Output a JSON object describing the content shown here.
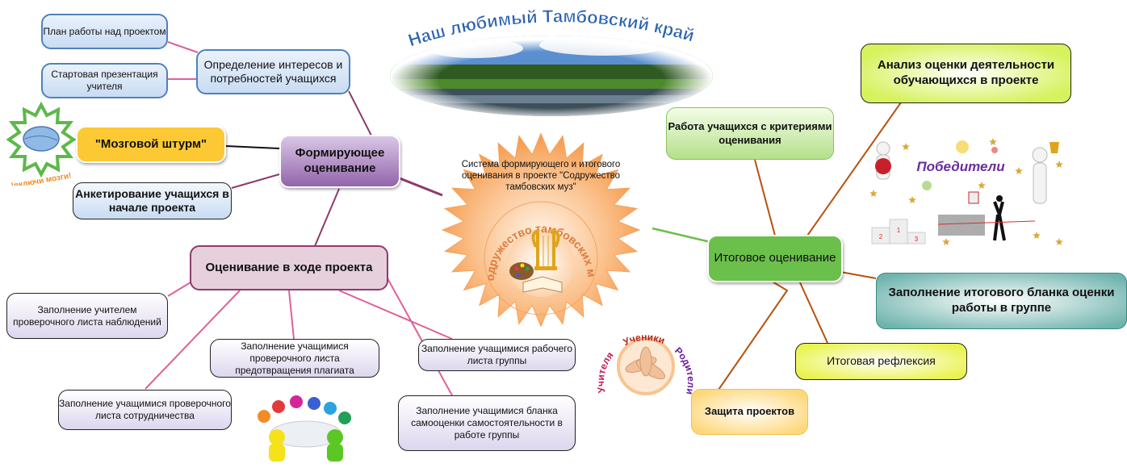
{
  "banner": {
    "title": "Наш любимый Тамбовский край"
  },
  "center": {
    "caption": "Система формирующего и итогового оценивания  в проекте \"Содружество тамбовских муз\"",
    "logo_text": "Содружество тамбовских муз"
  },
  "formative": {
    "label": "Формирующее оценивание",
    "interests": {
      "label": "Определение интересов и потребностей учащихся",
      "children": [
        "План работы над проектом",
        "Стартовая презентация учителя"
      ]
    },
    "brainstorm": {
      "label": "\"Мозговой штурм\"",
      "badge_text": "!включи мозги!"
    },
    "survey": {
      "label": "Анкетирование учащихся в начале проекта"
    },
    "during": {
      "label": "Оценивание в ходе  проекта",
      "children": [
        "Заполнение учителем проверочного листа наблюдений",
        "Заполнение учащимися проверочного листа предотвращения плагиата",
        "Заполнение учащимися проверочного листа сотрудничества",
        "Заполнение учащимися рабочего листа группы",
        "Заполнение учащимися бланка самооценки  самостоятельности в работе группы"
      ]
    }
  },
  "final": {
    "label": "Итоговое оценивание",
    "children": [
      "Анализ  оценки деятельности обучающихся в проекте",
      "Работа учащихся с критериями оценивания",
      "Заполнение итогового бланка оценки работы в группе",
      "Итоговая рефлексия",
      "Защита проектов"
    ],
    "winners_text": "Победители",
    "podium": [
      "2",
      "1",
      "3"
    ]
  },
  "community": {
    "words": [
      "Ученики",
      "Родители",
      "Учителя"
    ]
  },
  "colors": {
    "purple_link": "#8e3a6d",
    "pink_link": "#e0609a",
    "brown_link": "#b5520f",
    "green_link": "#6bbf4b",
    "star": "#f7a35c"
  }
}
